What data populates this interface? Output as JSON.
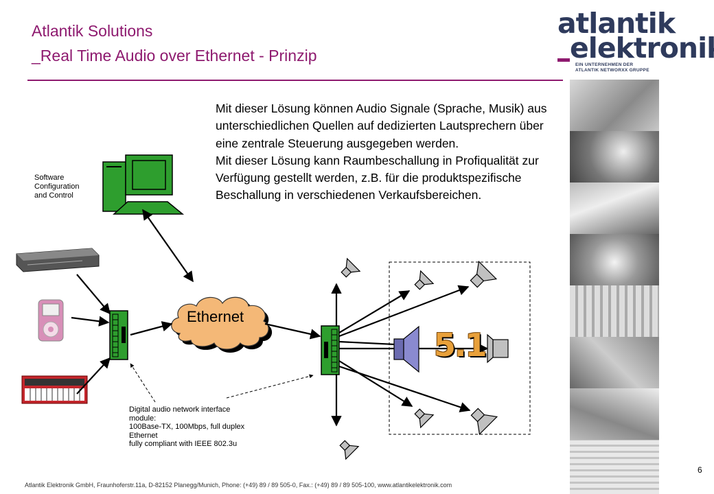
{
  "header": {
    "title_line1": "Atlantik Solutions",
    "title_line2": "_Real Time Audio over Ethernet - Prinzip"
  },
  "logo": {
    "line1": "atlantik",
    "line2": "elektronik",
    "tagline1": "EIN UNTERNEHMEN DER",
    "tagline2": "ATLANTIK NETWORXX GRUPPE"
  },
  "description": {
    "paragraph1": "Mit dieser Lösung können Audio Signale (Sprache, Musik) aus unterschiedlichen Quellen auf dedizierten Lautsprechern über eine zentrale Steuerung ausgegeben werden.",
    "paragraph2": "Mit dieser Lösung kann Raumbeschallung in Profiqualität zur Verfügung gestellt werden, z.B. für die produktspezifische Beschallung in verschiedenen Verkaufsbereichen."
  },
  "diagram": {
    "software_label": [
      "Software",
      "Configuration",
      "and Control"
    ],
    "ethernet_label": "Ethernet",
    "surround_label": "5.1",
    "module_label": [
      "Digital audio network interface",
      "module:",
      "100Base-TX,  100Mbps, full duplex",
      "Ethernet",
      "fully compliant with IEEE 802.3u"
    ]
  },
  "footer": {
    "text": "Atlantik Elektronik GmbH, Fraunhoferstr.11a, D-82152 Planegg/Munich,  Phone: (+49) 89 / 89 505-0,  Fax.: (+49) 89 / 89 505-100,  www.atlantikelektronik.com",
    "page_number": "6"
  },
  "colors": {
    "brand_purple": "#8e1a6f",
    "logo_navy": "#2e3a5c",
    "device_green": "#2e9e2e",
    "cloud_orange": "#f4b877",
    "surround_orange": "#e8a03a"
  }
}
